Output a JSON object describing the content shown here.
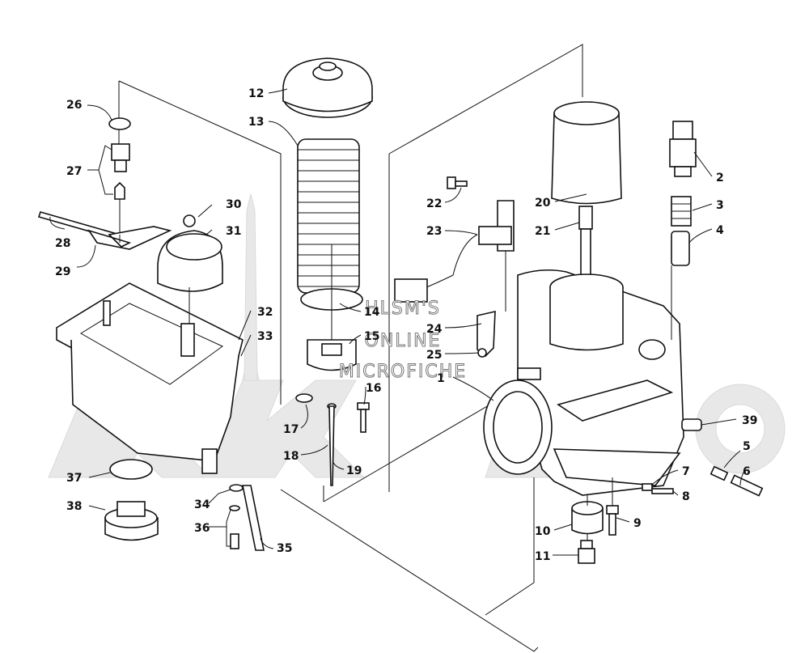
{
  "diagram": {
    "watermark_lines": [
      "HLSM'S",
      "ONLINE",
      "MICROFICHE"
    ],
    "labels": [
      "1",
      "2",
      "3",
      "4",
      "5",
      "6",
      "7",
      "8",
      "9",
      "10",
      "11",
      "12",
      "13",
      "14",
      "15",
      "16",
      "17",
      "18",
      "19",
      "20",
      "21",
      "22",
      "23",
      "24",
      "25",
      "26",
      "27",
      "28",
      "29",
      "30",
      "31",
      "32",
      "33",
      "34",
      "35",
      "36",
      "37",
      "38",
      "39"
    ]
  }
}
